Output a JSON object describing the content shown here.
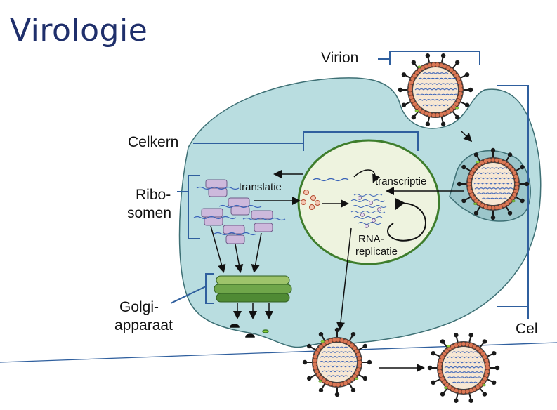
{
  "slide": {
    "title": "Virologie"
  },
  "labels": {
    "virion": "Virion",
    "celkern": "Celkern",
    "ribosomen_line1": "Ribo-",
    "ribosomen_line2": "somen",
    "golgi_line1": "Golgi-",
    "golgi_line2": "apparaat",
    "cel": "Cel",
    "translatie": "translatie",
    "transcriptie": "transcriptie",
    "rna_replicatie_line1": "RNA-",
    "rna_replicatie_line2": "replicatie"
  },
  "colors": {
    "title": "#1f2f6b",
    "bracket": "#2f5f9e",
    "cytoplasm": "#b9dde0",
    "cell_border": "#3d6f74",
    "nucleus_fill": "#eef3df",
    "nucleus_border": "#3e7d2c",
    "ribosome": "#cdb9dc",
    "golgi": "#6fa64a",
    "virion_core": "#f7e7d3",
    "capsid_bead": "#d97856",
    "spike": "#1a1a1a",
    "rna": "#3a63b8"
  }
}
